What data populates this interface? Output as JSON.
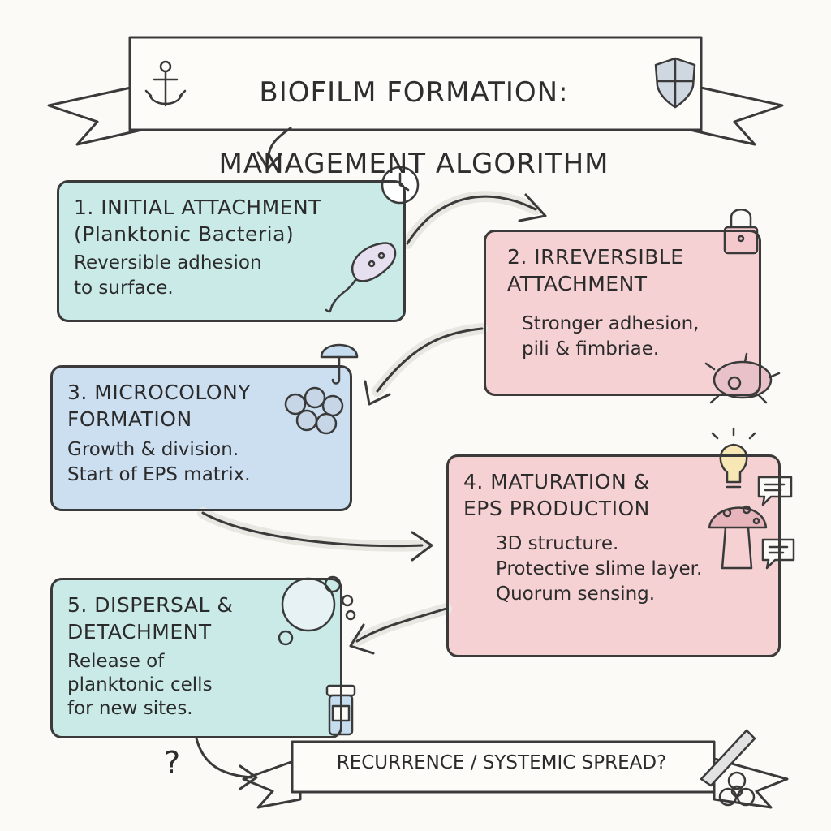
{
  "title": {
    "line1": "BIOFILM FORMATION:",
    "line2": "MANAGEMENT ALGORITHM"
  },
  "steps": [
    {
      "heading": "1. INITIAL ATTACHMENT\n(Planktonic Bacteria)",
      "body": "Reversible adhesion\nto surface."
    },
    {
      "heading": "2. IRREVERSIBLE\nATTACHMENT",
      "body": "Stronger adhesion,\npili & fimbriae."
    },
    {
      "heading": "3. MICROCOLONY\nFORMATION",
      "body": "Growth & division.\nStart of EPS matrix."
    },
    {
      "heading": "4. MATURATION &\nEPS PRODUCTION",
      "body": "3D structure.\nProtective slime layer.\nQuorum sensing."
    },
    {
      "heading": "5. DISPERSAL &\nDETACHMENT",
      "body": "Release of\nplanktonic cells\nfor new sites."
    }
  ],
  "footer": {
    "text": "RECURRENCE / SYSTEMIC SPREAD?",
    "question_mark": "?"
  },
  "colors": {
    "teal": "#bfe6e4",
    "pink": "#f4c9cd",
    "blue": "#c6dcef",
    "ink": "#3a3a3a"
  },
  "icons": [
    "anchor-icon",
    "shield-icon",
    "clock-icon",
    "bacterium-icon",
    "padlock-icon",
    "cell-icon",
    "umbrella-icon",
    "cell-cluster-icon",
    "lightbulb-icon",
    "speech-bubble-icon",
    "mushroom-icon",
    "bubble-icon",
    "pill-bottle-icon",
    "scalpel-icon",
    "biohazard-icon"
  ]
}
